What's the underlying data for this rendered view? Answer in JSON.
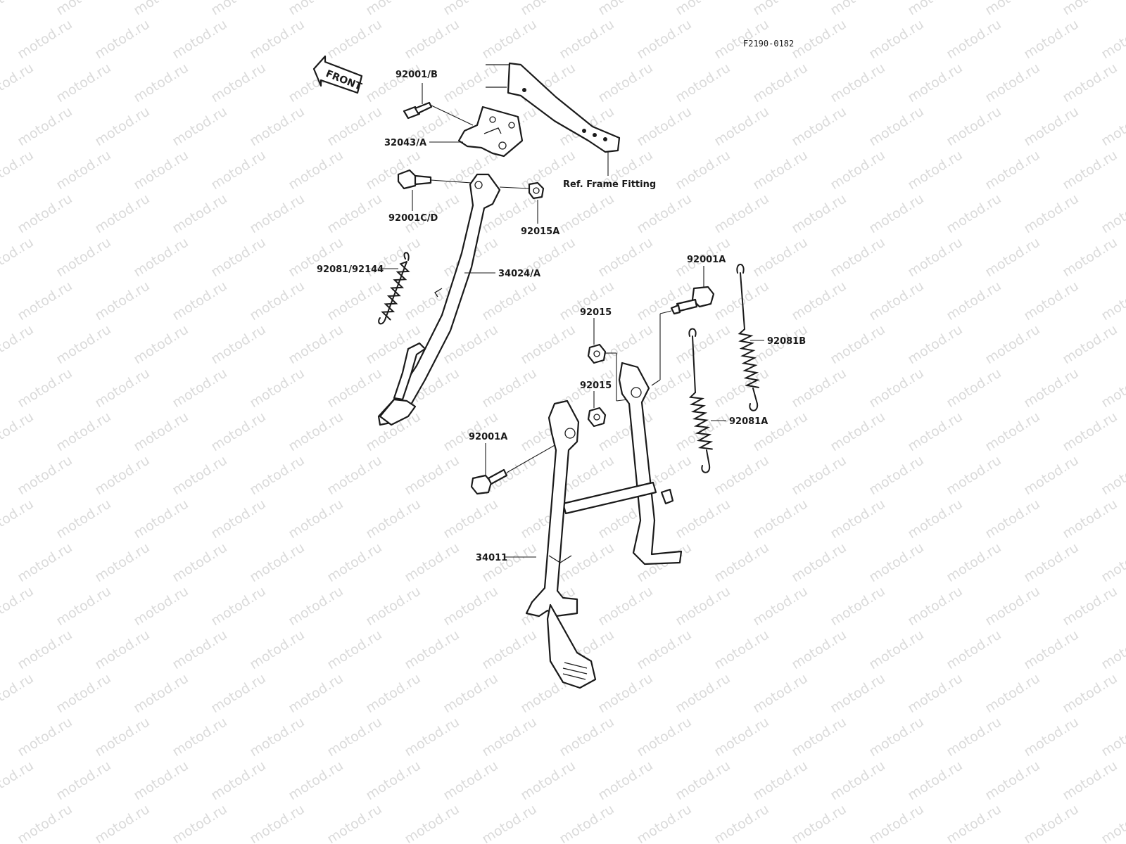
{
  "watermark": "motod.ru",
  "figure_code": "F2190-0182",
  "front_arrow_label": "FRONT",
  "labels": {
    "bolt_92001b": "92001/B",
    "bracket_32043a": "32043/A",
    "frame_fitting": "Ref. Frame Fitting",
    "bolt_92001cd": "92001C/D",
    "nut_92015a": "92015A",
    "spring_92081_92144": "92081/92144",
    "side_stand_34024a": "34024/A",
    "bolt_92001a_top": "92001A",
    "nut_92015_top": "92015",
    "nut_92015_mid": "92015",
    "spring_92081b": "92081B",
    "spring_92081a": "92081A",
    "bolt_92001a_left": "92001A",
    "center_stand_34011": "34011"
  }
}
